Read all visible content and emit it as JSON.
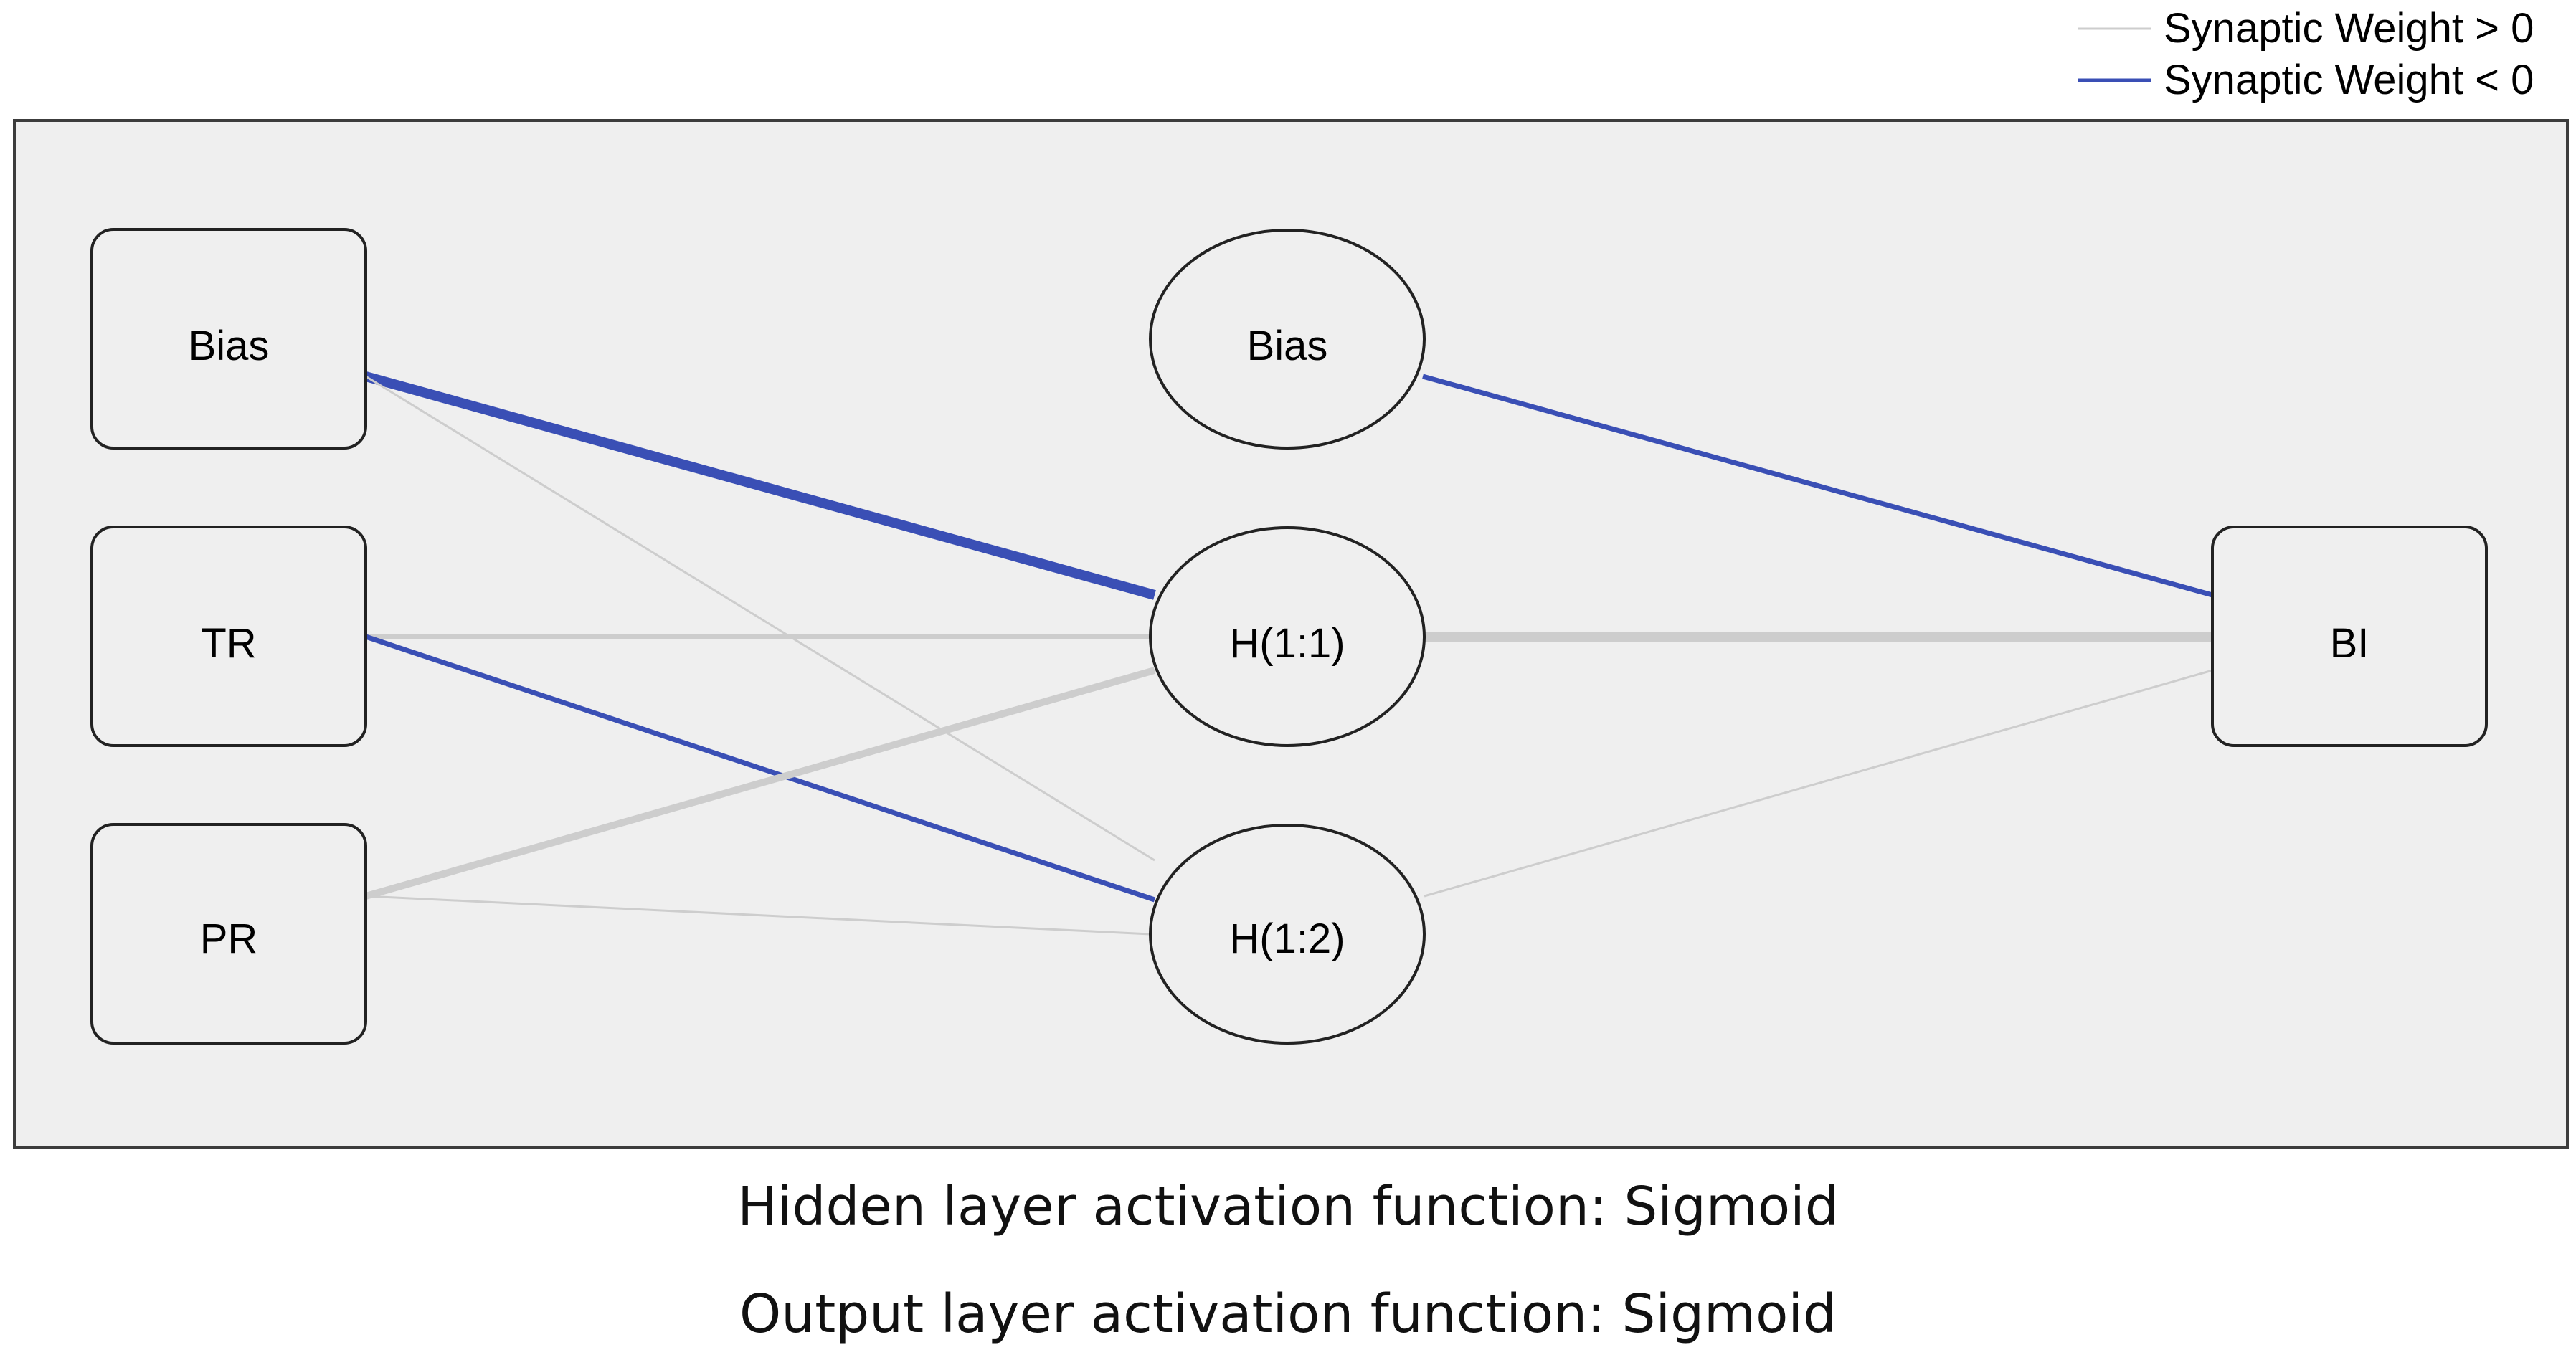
{
  "legend": {
    "positive_label": "Synaptic Weight > 0",
    "negative_label": "Synaptic Weight < 0",
    "positive_color": "#cdcdcd",
    "negative_color": "#3a4fb5"
  },
  "colors": {
    "panel_background": "#efefef",
    "panel_border": "#3c3c3c",
    "node_fill": "#efefef",
    "node_border": "#222222"
  },
  "network": {
    "input_layer": [
      {
        "id": "in-bias",
        "label": "Bias",
        "shape": "rounded-rect"
      },
      {
        "id": "in-tr",
        "label": "TR",
        "shape": "rounded-rect"
      },
      {
        "id": "in-pr",
        "label": "PR",
        "shape": "rounded-rect"
      }
    ],
    "hidden_layer": [
      {
        "id": "hid-bias",
        "label": "Bias",
        "shape": "ellipse"
      },
      {
        "id": "h11",
        "label": "H(1:1)",
        "shape": "ellipse"
      },
      {
        "id": "h12",
        "label": "H(1:2)",
        "shape": "ellipse"
      }
    ],
    "output_layer": [
      {
        "id": "out-bi",
        "label": "BI",
        "shape": "rounded-rect"
      }
    ],
    "connections": [
      {
        "from": "in-bias",
        "to": "h11",
        "sign": "negative",
        "strength": 4
      },
      {
        "from": "in-bias",
        "to": "h12",
        "sign": "positive",
        "strength": 1
      },
      {
        "from": "in-tr",
        "to": "h11",
        "sign": "positive",
        "strength": 2
      },
      {
        "from": "in-tr",
        "to": "h12",
        "sign": "negative",
        "strength": 2
      },
      {
        "from": "in-pr",
        "to": "h11",
        "sign": "positive",
        "strength": 3
      },
      {
        "from": "in-pr",
        "to": "h12",
        "sign": "positive",
        "strength": 1
      },
      {
        "from": "hid-bias",
        "to": "out-bi",
        "sign": "negative",
        "strength": 2
      },
      {
        "from": "h11",
        "to": "out-bi",
        "sign": "positive",
        "strength": 4
      },
      {
        "from": "h12",
        "to": "out-bi",
        "sign": "positive",
        "strength": 1
      }
    ]
  },
  "footer": {
    "hidden_activation": "Hidden layer activation function: Sigmoid",
    "output_activation": "Output layer activation function: Sigmoid"
  }
}
